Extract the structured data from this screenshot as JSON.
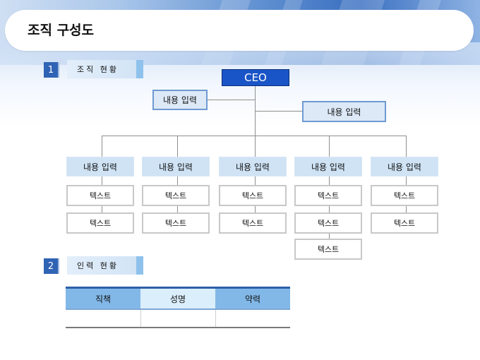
{
  "slide": {
    "title": "조직 구성도"
  },
  "sections": [
    {
      "number": "1",
      "label": "조직 현황"
    },
    {
      "number": "2",
      "label": "인력 현황"
    }
  ],
  "org_chart": {
    "ceo": "CEO",
    "assistant_left": "내용 입력",
    "assistant_right": "내용 입력",
    "departments": [
      {
        "label": "내용 입력",
        "items": [
          "텍스트",
          "텍스트"
        ]
      },
      {
        "label": "내용 입력",
        "items": [
          "텍스트",
          "텍스트"
        ]
      },
      {
        "label": "내용 입력",
        "items": [
          "텍스트",
          "텍스트"
        ]
      },
      {
        "label": "내용 입력",
        "items": [
          "텍스트",
          "텍스트",
          "텍스트"
        ]
      },
      {
        "label": "내용 입력",
        "items": [
          "텍스트",
          "텍스트"
        ]
      }
    ]
  },
  "staff_table": {
    "headers": [
      "직책",
      "성명",
      "약력"
    ],
    "rows": [
      [
        "",
        "",
        ""
      ]
    ]
  },
  "colors": {
    "ceo_fill": "#1a55c7",
    "section_number_fill": "#2f63b4",
    "department_fill": "#cfe3f5",
    "table_header_accent": "#82b8e8"
  }
}
